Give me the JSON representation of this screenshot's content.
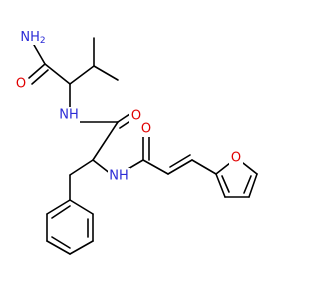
{
  "labels": {
    "amide_n_top": "NH",
    "amide_n_top_sub": "2",
    "amide_o_top": "O",
    "nh_middle": "NH",
    "o_middle": "O",
    "nh_lower": "NH",
    "o_acryl": "O",
    "o_furan": "O"
  },
  "colors": {
    "bond": "#000000",
    "nitrogen": "#2b2bd6",
    "oxygen": "#e00000",
    "background": "#ffffff"
  }
}
